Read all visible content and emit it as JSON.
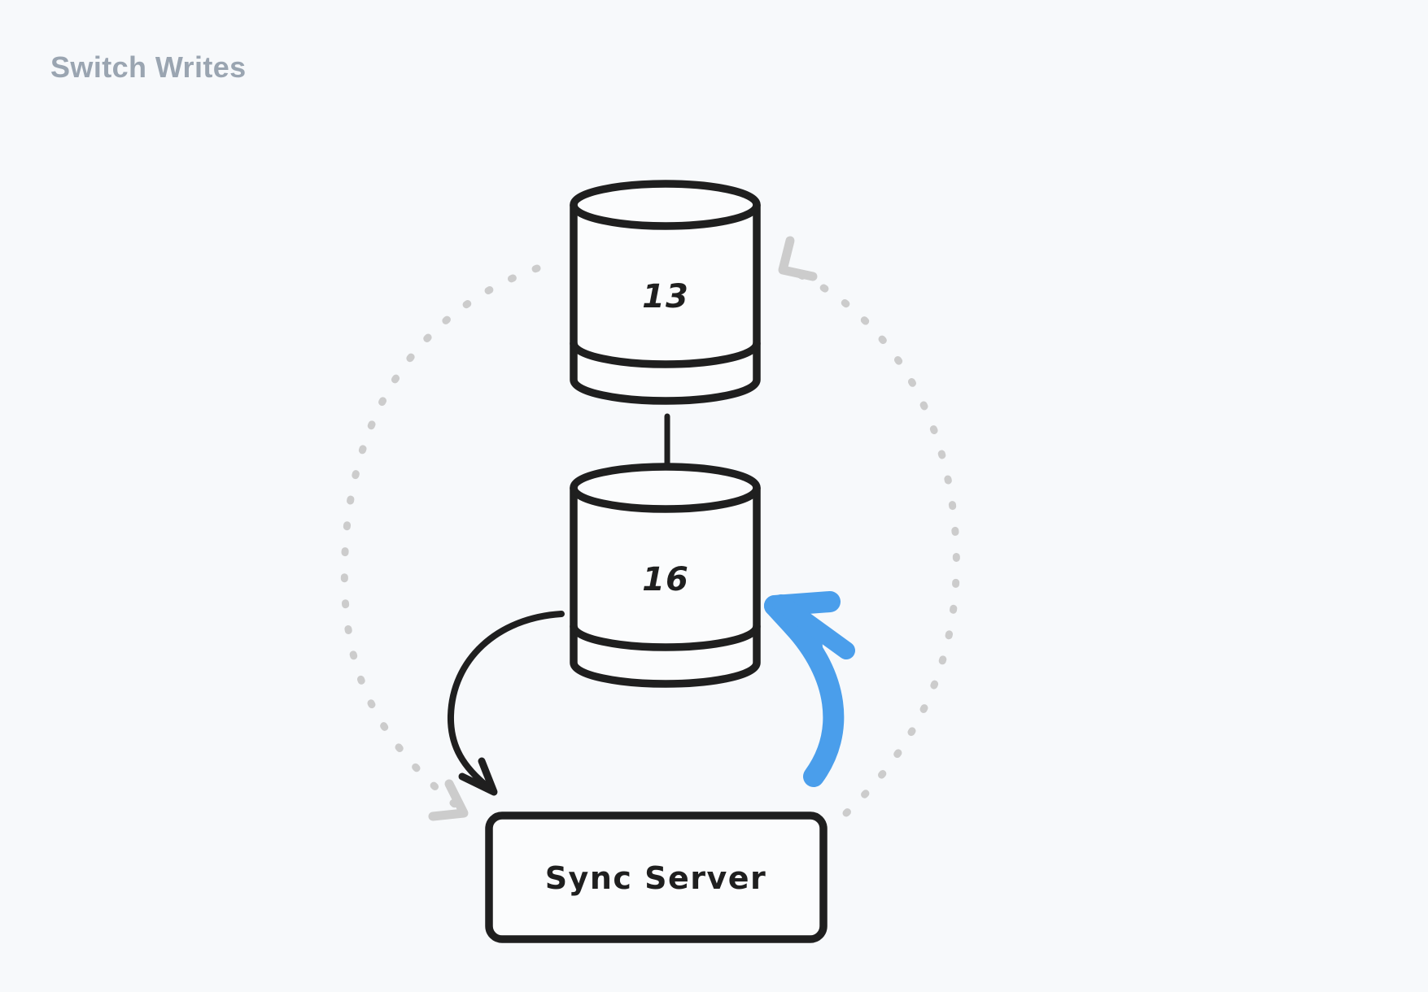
{
  "page": {
    "title": "Switch Writes",
    "background_color": "#f7f9fb",
    "title_color": "#9aa5b1"
  },
  "colors": {
    "stroke_dark": "#1f1f1f",
    "stroke_dashed_gray": "#cccccc",
    "accent_blue": "#4a9eeb",
    "node_fill": "#fbfcfd"
  },
  "nodes": [
    {
      "id": "db-top",
      "type": "cylinder",
      "label": "13",
      "name": "database-cylinder-13"
    },
    {
      "id": "db-middle",
      "type": "cylinder",
      "label": "16",
      "name": "database-cylinder-16"
    },
    {
      "id": "sync-server",
      "type": "box",
      "label": "Sync Server",
      "name": "sync-server-box"
    }
  ],
  "edges": [
    {
      "id": "edge-13-to-16",
      "from": "db-top",
      "to": "db-middle",
      "style": "solid",
      "color": "#1f1f1f",
      "arrow": "down",
      "name": "arrow-db13-to-db16"
    },
    {
      "id": "edge-16-to-sync",
      "from": "db-middle",
      "to": "sync-server",
      "style": "solid-curved",
      "color": "#1f1f1f",
      "arrow": "down-right",
      "name": "curved-arrow-db16-to-sync-server"
    },
    {
      "id": "edge-sync-to-16",
      "from": "sync-server",
      "to": "db-middle",
      "style": "solid-curved-thick",
      "color": "#4a9eeb",
      "arrow": "up-left",
      "name": "blue-arrow-sync-server-to-db16"
    },
    {
      "id": "edge-dashed-left",
      "from": "db-top",
      "to": "sync-server",
      "style": "dashed",
      "color": "#cccccc",
      "arrow": "down-right",
      "name": "dashed-arrow-db13-to-sync-server"
    },
    {
      "id": "edge-dashed-right",
      "from": "sync-server",
      "to": "db-top",
      "style": "dashed",
      "color": "#cccccc",
      "arrow": "up-left",
      "name": "dashed-arrow-sync-server-to-db13"
    }
  ]
}
